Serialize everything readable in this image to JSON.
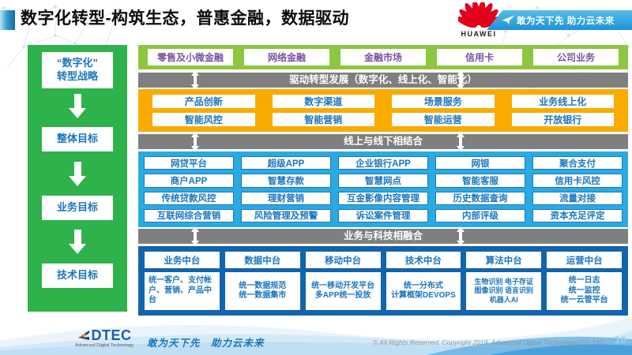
{
  "slide": {
    "title": "数字化转型-构筑生态，普惠金融，数据驱动",
    "page_number": "10"
  },
  "header": {
    "logo": "HUAWEI",
    "banner": "敢为天下先 助力云未来"
  },
  "left_flow": {
    "steps": [
      "“数字化”\n转型战略",
      "整体目标",
      "业务目标",
      "技术目标"
    ]
  },
  "bars": {
    "drive": "驱动转型发展（数字化、线上化、智能化）",
    "online_offline": "线上与线下相结合",
    "biz_tech": "业务与科技相融合"
  },
  "business_lines": [
    "零售及小微金融",
    "网络金融",
    "金融市场",
    "信用卡",
    "公司业务"
  ],
  "capabilities": {
    "row1": [
      "产品创新",
      "数字渠道",
      "场景服务",
      "业务线上化"
    ],
    "row2": [
      "智能风控",
      "智能营销",
      "智能运营",
      "开放银行"
    ]
  },
  "applications": {
    "row1": [
      "网贷平台",
      "超级APP",
      "企业银行APP",
      "网银",
      "聚合支付"
    ],
    "row2": [
      "商户APP",
      "智慧存款",
      "智慧网点",
      "智能客服",
      "信用卡风控"
    ],
    "row3": [
      "传统贷款风控",
      "理财营销",
      "互金影像内容管理",
      "历史数据查询",
      "流量对接"
    ],
    "row4": [
      "互联网综合营销",
      "风险管理及预警",
      "诉讼案件管理",
      "内部评级",
      "资本充足评定"
    ]
  },
  "platforms": [
    {
      "name": "业务中台",
      "detail": "统一客户、支付帐户、营销、产品中台"
    },
    {
      "name": "数据中台",
      "detail": "统一数据规范\n统一数据集市"
    },
    {
      "name": "移动中台",
      "detail": "统一移动开发平台\n多APP统一投放"
    },
    {
      "name": "技术中台",
      "detail": "统一分布式\n计算框架DEVOPS"
    },
    {
      "name": "算法中台",
      "detail": "生物识别 电子存证\n图像识别 语言识别\n机器人AI"
    },
    {
      "name": "运营中台",
      "detail": "统一日志\n统一监控\n统一云管平台"
    }
  ],
  "footer": {
    "logo_text": "DTEC",
    "logo_subtext": "Advanced Digital Technology",
    "slogan": "敢为天下先　助力云未来",
    "copyright": "© All Rights Reserved. Copyright 2019. Advanced Digital Technology CO.,Ltd"
  },
  "colors": {
    "left_panel_green": "#2EB24C",
    "business_row_green": "#8DC63F",
    "capability_yellow": "#FAAB00",
    "application_cyan": "#29ABE2",
    "platform_blue": "#1164AE",
    "section_bar_gray": "#7F7F7F",
    "box_text_blue": "#1B75BC",
    "business_text_purple": "#7B51A3",
    "huawei_red": "#E2001A"
  }
}
